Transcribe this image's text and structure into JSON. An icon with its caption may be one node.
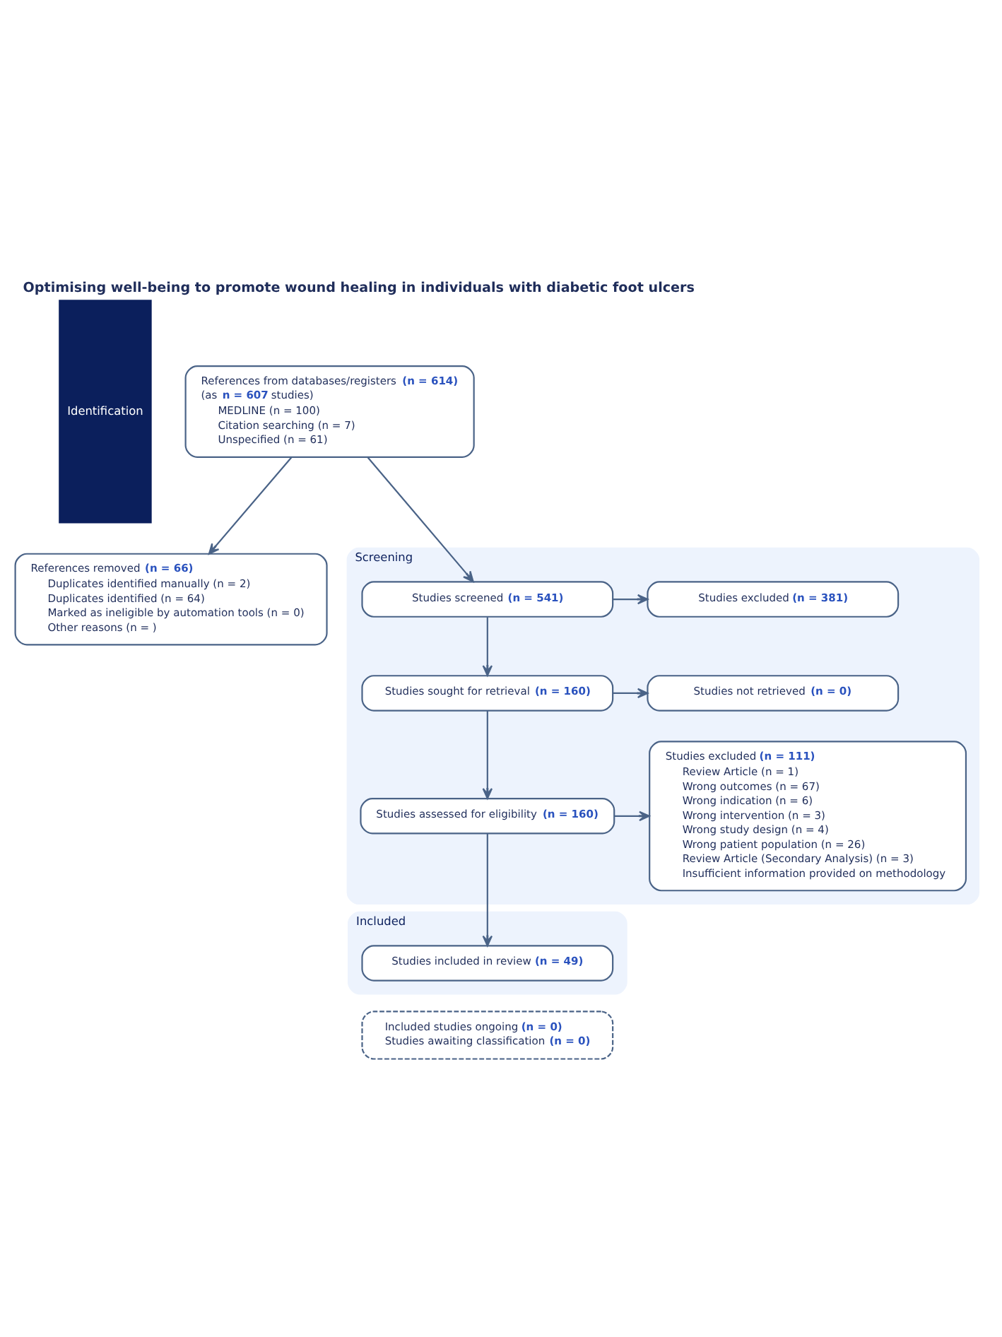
{
  "diagram": {
    "title": "Optimising well-being to promote wound healing in individuals with diabetic foot ulcers",
    "nodes": [
      {
        "text": [
          "Identification"
        ]
      },
      {
        "text": [
          "References from databases/registers **(n = 614)**",
          "(as **n = 607** studies)",
          "MEDLINE (n = 100)",
          "Citation searching (n = 7)",
          "Unspecified (n = 61)"
        ]
      },
      {
        "text": [
          "References removed **(n = 66)**",
          "Duplicates identified manually (n = 2)",
          "Duplicates identified (n = 64)",
          "Marked as ineligible by automation tools (n = 0)",
          "Other reasons (n = )"
        ]
      },
      {
        "text": [
          "Screening"
        ]
      },
      {
        "text": [
          "Studies screened **(n = 541)**"
        ],
        "in": 3
      },
      {
        "text": [
          "Studies excluded **(n = 381)**"
        ],
        "in": 3
      },
      {
        "text": [
          "Studies sought for retrieval **(n = 160)**"
        ],
        "in": 3
      },
      {
        "text": [
          "Studies not retrieved **(n = 0)**"
        ],
        "in": 3
      },
      {
        "text": [
          "Studies assessed for eligibility **(n = 160)**"
        ],
        "in": 3
      },
      {
        "text": [
          "Studies excluded **(n = 111)**",
          "Review Article (n = 1)",
          "Wrong outcomes (n = 67)",
          "Wrong indication (n = 6)",
          "Wrong intervention (n = 3)",
          "Wrong study design (n = 4)",
          "Wrong patient population (n = 26)",
          "Review Article (Secondary Analysis) (n = 3)",
          "Insufficient information provided on methodology"
        ],
        "in": 3
      },
      {
        "text": [
          "Included"
        ]
      },
      {
        "text": [
          "Studies included in review **(n = 49)**"
        ],
        "in": 10
      },
      {
        "text": [
          "Included studies ongoing **(n = 0)**",
          "Studies awaiting classification **(n = 0)**"
        ]
      }
    ],
    "edges": [
      {
        "from": 1,
        "to": 2,
        "arrow": "to"
      },
      {
        "from": 1,
        "to": 4,
        "arrow": "to"
      },
      {
        "from": 4,
        "to": 5,
        "arrow": "to"
      },
      {
        "from": 4,
        "to": 6,
        "arrow": "to"
      },
      {
        "from": 6,
        "to": 7,
        "arrow": "to"
      },
      {
        "from": 6,
        "to": 8,
        "arrow": "to"
      },
      {
        "from": 8,
        "to": 9,
        "arrow": "to"
      },
      {
        "from": 8,
        "to": 11,
        "arrow": "to"
      }
    ]
  }
}
